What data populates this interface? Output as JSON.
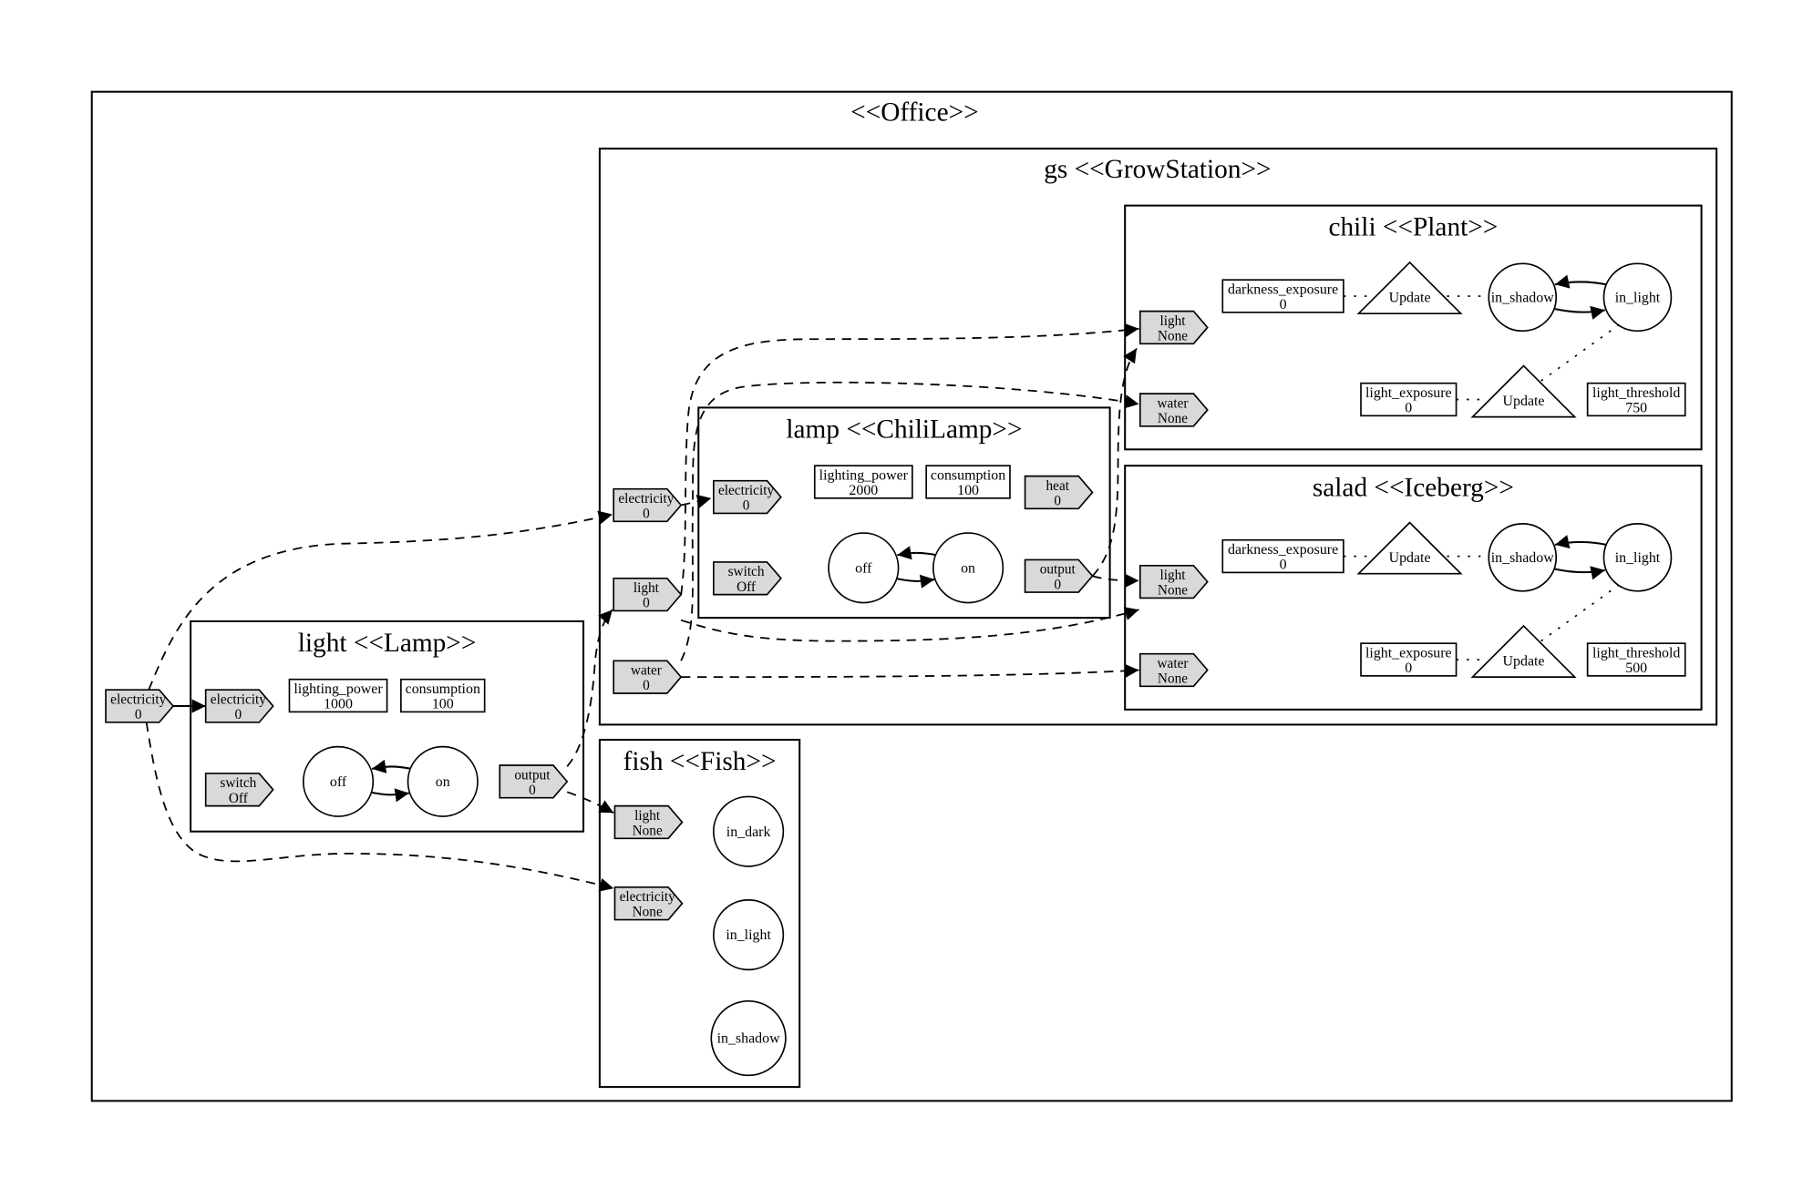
{
  "office": {
    "title": "<<Office>>",
    "ports": [
      {
        "id": "office-electricity",
        "name": "electricity",
        "value": "0"
      }
    ]
  },
  "clusters": {
    "gs": {
      "title": "gs <<GrowStation>>",
      "ports": [
        {
          "id": "gs-electricity",
          "name": "electricity",
          "value": "0"
        },
        {
          "id": "gs-light",
          "name": "light",
          "value": "0"
        },
        {
          "id": "gs-water",
          "name": "water",
          "value": "0"
        }
      ]
    },
    "chili": {
      "title": "chili <<Plant>>",
      "ports": [
        {
          "id": "chili-light",
          "name": "light",
          "value": "None"
        },
        {
          "id": "chili-water",
          "name": "water",
          "value": "None"
        }
      ],
      "attributes": [
        {
          "id": "chili-darkness",
          "name": "darkness_exposure",
          "value": "0"
        },
        {
          "id": "chili-lightexp",
          "name": "light_exposure",
          "value": "0"
        },
        {
          "id": "chili-threshold",
          "name": "light_threshold",
          "value": "750"
        }
      ],
      "updates": [
        {
          "id": "chili-update-1",
          "label": "Update"
        },
        {
          "id": "chili-update-2",
          "label": "Update"
        }
      ],
      "states": [
        {
          "id": "chili-in_shadow",
          "label": "in_shadow"
        },
        {
          "id": "chili-in_light",
          "label": "in_light"
        }
      ]
    },
    "salad": {
      "title": "salad <<Iceberg>>",
      "ports": [
        {
          "id": "salad-light",
          "name": "light",
          "value": "None"
        },
        {
          "id": "salad-water",
          "name": "water",
          "value": "None"
        }
      ],
      "attributes": [
        {
          "id": "salad-darkness",
          "name": "darkness_exposure",
          "value": "0"
        },
        {
          "id": "salad-lightexp",
          "name": "light_exposure",
          "value": "0"
        },
        {
          "id": "salad-threshold",
          "name": "light_threshold",
          "value": "500"
        }
      ],
      "updates": [
        {
          "id": "salad-update-1",
          "label": "Update"
        },
        {
          "id": "salad-update-2",
          "label": "Update"
        }
      ],
      "states": [
        {
          "id": "salad-in_shadow",
          "label": "in_shadow"
        },
        {
          "id": "salad-in_light",
          "label": "in_light"
        }
      ]
    },
    "lamp": {
      "title": "lamp <<ChiliLamp>>",
      "ports": [
        {
          "id": "lamp-electricity",
          "name": "electricity",
          "value": "0"
        },
        {
          "id": "lamp-switch",
          "name": "switch",
          "value": "Off"
        },
        {
          "id": "lamp-heat",
          "name": "heat",
          "value": "0"
        },
        {
          "id": "lamp-output",
          "name": "output",
          "value": "0"
        }
      ],
      "attributes": [
        {
          "id": "lamp-power",
          "name": "lighting_power",
          "value": "2000"
        },
        {
          "id": "lamp-consumption",
          "name": "consumption",
          "value": "100"
        }
      ],
      "states": [
        {
          "id": "lamp-off",
          "label": "off"
        },
        {
          "id": "lamp-on",
          "label": "on"
        }
      ]
    },
    "light": {
      "title": "light <<Lamp>>",
      "ports": [
        {
          "id": "light-electricity",
          "name": "electricity",
          "value": "0"
        },
        {
          "id": "light-switch",
          "name": "switch",
          "value": "Off"
        },
        {
          "id": "light-output",
          "name": "output",
          "value": "0"
        }
      ],
      "attributes": [
        {
          "id": "light-power",
          "name": "lighting_power",
          "value": "1000"
        },
        {
          "id": "light-consumption",
          "name": "consumption",
          "value": "100"
        }
      ],
      "states": [
        {
          "id": "light-off",
          "label": "off"
        },
        {
          "id": "light-on",
          "label": "on"
        }
      ]
    },
    "fish": {
      "title": "fish <<Fish>>",
      "ports": [
        {
          "id": "fish-light",
          "name": "light",
          "value": "None"
        },
        {
          "id": "fish-electricity",
          "name": "electricity",
          "value": "None"
        }
      ],
      "states": [
        {
          "id": "fish-in_dark",
          "label": "in_dark"
        },
        {
          "id": "fish-in_light",
          "label": "in_light"
        },
        {
          "id": "fish-in_shadow",
          "label": "in_shadow"
        }
      ]
    }
  },
  "edges": [
    {
      "from": "office-electricity",
      "to": "light-electricity",
      "style": "solid"
    },
    {
      "from": "office-electricity",
      "to": "gs-electricity",
      "style": "dashed"
    },
    {
      "from": "office-electricity",
      "to": "fish-electricity",
      "style": "dashed"
    },
    {
      "from": "light-output",
      "to": "gs-light",
      "style": "dashed"
    },
    {
      "from": "light-output",
      "to": "fish-light",
      "style": "dashed"
    },
    {
      "from": "gs-electricity",
      "to": "lamp-electricity",
      "style": "dashed"
    },
    {
      "from": "gs-light",
      "to": "chili-light",
      "style": "dashed"
    },
    {
      "from": "gs-light",
      "to": "salad-light",
      "style": "dashed"
    },
    {
      "from": "gs-water",
      "to": "chili-water",
      "style": "dashed"
    },
    {
      "from": "gs-water",
      "to": "salad-water",
      "style": "dashed"
    },
    {
      "from": "lamp-output",
      "to": "chili-light",
      "style": "dashed"
    },
    {
      "from": "lamp-output",
      "to": "salad-light",
      "style": "dashed"
    },
    {
      "from": "lamp-on",
      "to": "lamp-off",
      "style": "transition"
    },
    {
      "from": "lamp-off",
      "to": "lamp-on",
      "style": "transition"
    },
    {
      "from": "light-on",
      "to": "light-off",
      "style": "transition"
    },
    {
      "from": "light-off",
      "to": "light-on",
      "style": "transition"
    },
    {
      "from": "chili-in_light",
      "to": "chili-in_shadow",
      "style": "transition"
    },
    {
      "from": "chili-in_shadow",
      "to": "chili-in_light",
      "style": "transition"
    },
    {
      "from": "salad-in_light",
      "to": "salad-in_shadow",
      "style": "transition"
    },
    {
      "from": "salad-in_shadow",
      "to": "salad-in_light",
      "style": "transition"
    },
    {
      "from": "chili-darkness",
      "to": "chili-update-1",
      "style": "dotted"
    },
    {
      "from": "chili-update-1",
      "to": "chili-in_shadow",
      "style": "dotted"
    },
    {
      "from": "chili-lightexp",
      "to": "chili-update-2",
      "style": "dotted"
    },
    {
      "from": "chili-update-2",
      "to": "chili-in_light",
      "style": "dotted"
    },
    {
      "from": "salad-darkness",
      "to": "salad-update-1",
      "style": "dotted"
    },
    {
      "from": "salad-update-1",
      "to": "salad-in_shadow",
      "style": "dotted"
    },
    {
      "from": "salad-lightexp",
      "to": "salad-update-2",
      "style": "dotted"
    },
    {
      "from": "salad-update-2",
      "to": "salad-in_light",
      "style": "dotted"
    }
  ]
}
